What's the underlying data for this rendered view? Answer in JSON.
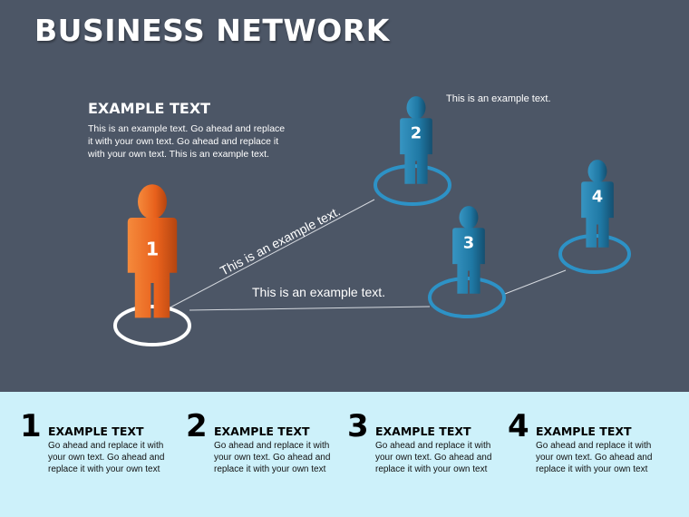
{
  "title": "BUSINESS NETWORK",
  "intro": {
    "heading": "EXAMPLE TEXT",
    "body": "This is an example text. Go ahead and replace it with your own text. Go ahead and replace it with your own text. This is an example text."
  },
  "top_note": "This is an example text.",
  "connector_labels": {
    "diagonal": "This is an example text.",
    "horizontal": "This is an example text."
  },
  "figures": [
    {
      "number": "1",
      "color": "#e8611c"
    },
    {
      "number": "2",
      "color": "#1f78a4"
    },
    {
      "number": "3",
      "color": "#1f78a4"
    },
    {
      "number": "4",
      "color": "#1f78a4"
    }
  ],
  "items": [
    {
      "number": "1",
      "heading": "EXAMPLE TEXT",
      "text": "Go ahead and replace it with your own text. Go ahead and replace it with your own text"
    },
    {
      "number": "2",
      "heading": "EXAMPLE TEXT",
      "text": "Go ahead and replace it with your own text. Go ahead and replace it with your own text"
    },
    {
      "number": "3",
      "heading": "EXAMPLE TEXT",
      "text": "Go ahead and replace it with your own text. Go ahead and replace it with your own text"
    },
    {
      "number": "4",
      "heading": "EXAMPLE TEXT",
      "text": "Go ahead and replace it with your own text. Go ahead and replace it with your own text"
    }
  ],
  "colors": {
    "background": "#4c5666",
    "footer_background": "#cdf1fa",
    "accent_orange": "#e8611c",
    "accent_blue": "#1f78a4"
  }
}
